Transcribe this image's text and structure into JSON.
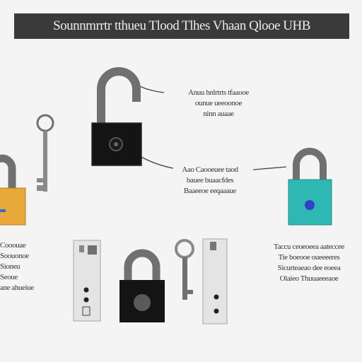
{
  "title": "Sounnmrrtr tthueu Tlood Tlhes Vhaan Qlooe UHB",
  "labels": {
    "top": [
      "Anuu hnlrtrts tfaaooe",
      "ounue ueeoonoe",
      "ninn auaae"
    ],
    "middle": [
      "Aao Caooeuee taod",
      "bauee buaacfdes",
      "Baaeeoe eeqaaaue"
    ],
    "left": [
      "Cooouae",
      "Soouonoe",
      "Sioneu",
      "Seoue",
      "ane ahueiue"
    ],
    "right": [
      "Taccu ceoeoeea aateccee",
      "Tie boeooe oueeeeres",
      "Sicurteaeao dee eoeea",
      "Olaieo Thuuaeeeaoe"
    ]
  },
  "colors": {
    "title_bg": "#3a3a3a",
    "shackle_gray": "#6f7072",
    "lock_black": "#141414",
    "lock_orange": "#e9a93a",
    "lock_teal": "#2eb7b3",
    "lock_dot_blue": "#3240c8",
    "panel_light": "#e4e4e4"
  },
  "icons": [
    "open-padlock-icon",
    "key-icon",
    "padlock-icon",
    "door-latch-icon"
  ]
}
